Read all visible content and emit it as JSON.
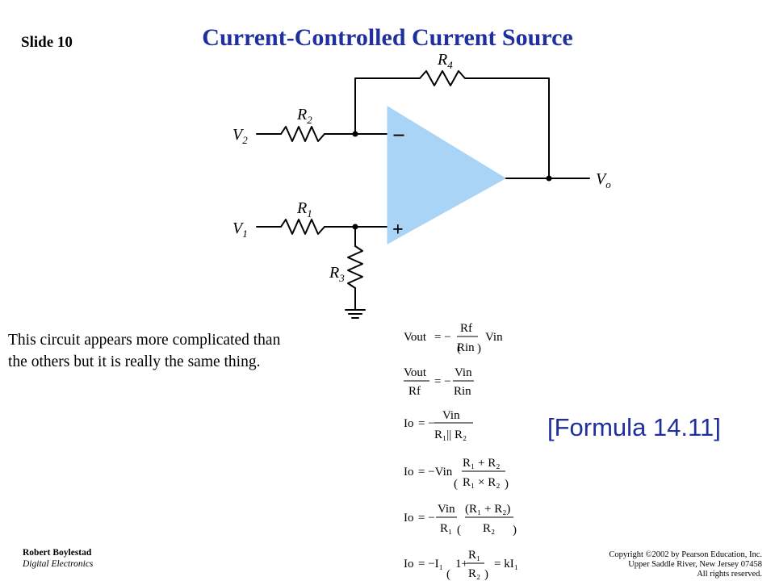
{
  "slide": {
    "number": "Slide 10",
    "title": "Current-Controlled Current Source"
  },
  "circuit": {
    "labels": {
      "r4": "R",
      "r4_sub": "4",
      "r2": "R",
      "r2_sub": "2",
      "r1": "R",
      "r1_sub": "1",
      "r3": "R",
      "r3_sub": "3",
      "v2": "V",
      "v2_sub": "2",
      "v1": "V",
      "v1_sub": "1",
      "vo": "V",
      "vo_sub": "o",
      "minus": "−",
      "plus": "+"
    },
    "colors": {
      "opamp_fill": "#a9d4f5",
      "wire": "#000000"
    }
  },
  "description": {
    "line1": "This circuit appears more complicated than",
    "line2": "the others but it is really the same thing."
  },
  "formula_ref": "[Formula 14.11]",
  "equations": {
    "eq1": {
      "lhs": "Vout",
      "eqs": "= −",
      "num": "Rf",
      "den": "Rin",
      "tail": "Vin"
    },
    "eq2": {
      "num1": "Vout",
      "den1": "Rf",
      "eqs": "= −",
      "num2": "Vin",
      "den2": "Rin"
    },
    "eq3": {
      "lhs": "Io",
      "eqs": "= −",
      "num": "Vin",
      "den": "R₁|| R₂"
    },
    "eq4": {
      "lhs": "Io",
      "eqs": "= −Vin",
      "num": "R₁ + R₂",
      "den": "R₁ × R₂"
    },
    "eq5": {
      "lhs": "Io",
      "eqs": "= −",
      "num1": "Vin",
      "den1": "R₁",
      "num2": "(R₁ + R₂)",
      "den2": "R₂"
    },
    "eq6": {
      "lhs": "Io",
      "eqs": "= −I₁",
      "one": "1+",
      "num": "R₁",
      "den": "R₂",
      "tail": "= kI₁"
    }
  },
  "footer": {
    "author": "Robert Boylestad",
    "book": "Digital Electronics",
    "copyright1": "Copyright ©2002 by Pearson Education, Inc.",
    "copyright2": "Upper Saddle River, New Jersey 07458",
    "copyright3": "All rights reserved."
  }
}
